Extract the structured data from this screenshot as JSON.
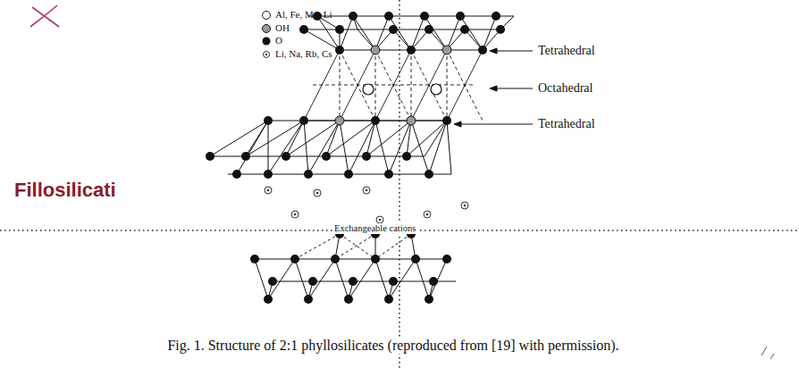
{
  "diagram": {
    "title": "Fillosilicati",
    "caption": "Fig. 1. Structure of 2:1 phyllosilicates (reproduced from [19] with permission).",
    "labels": [
      "Tetrahedral",
      "Octahedral",
      "Tetrahedral",
      "Exchangeable cations"
    ],
    "legend": [
      {
        "text": "Al, Fe, Mg, Li"
      },
      {
        "text": "OH"
      },
      {
        "text": "O"
      },
      {
        "text": "Li, Na, Rb, Cs"
      }
    ]
  }
}
